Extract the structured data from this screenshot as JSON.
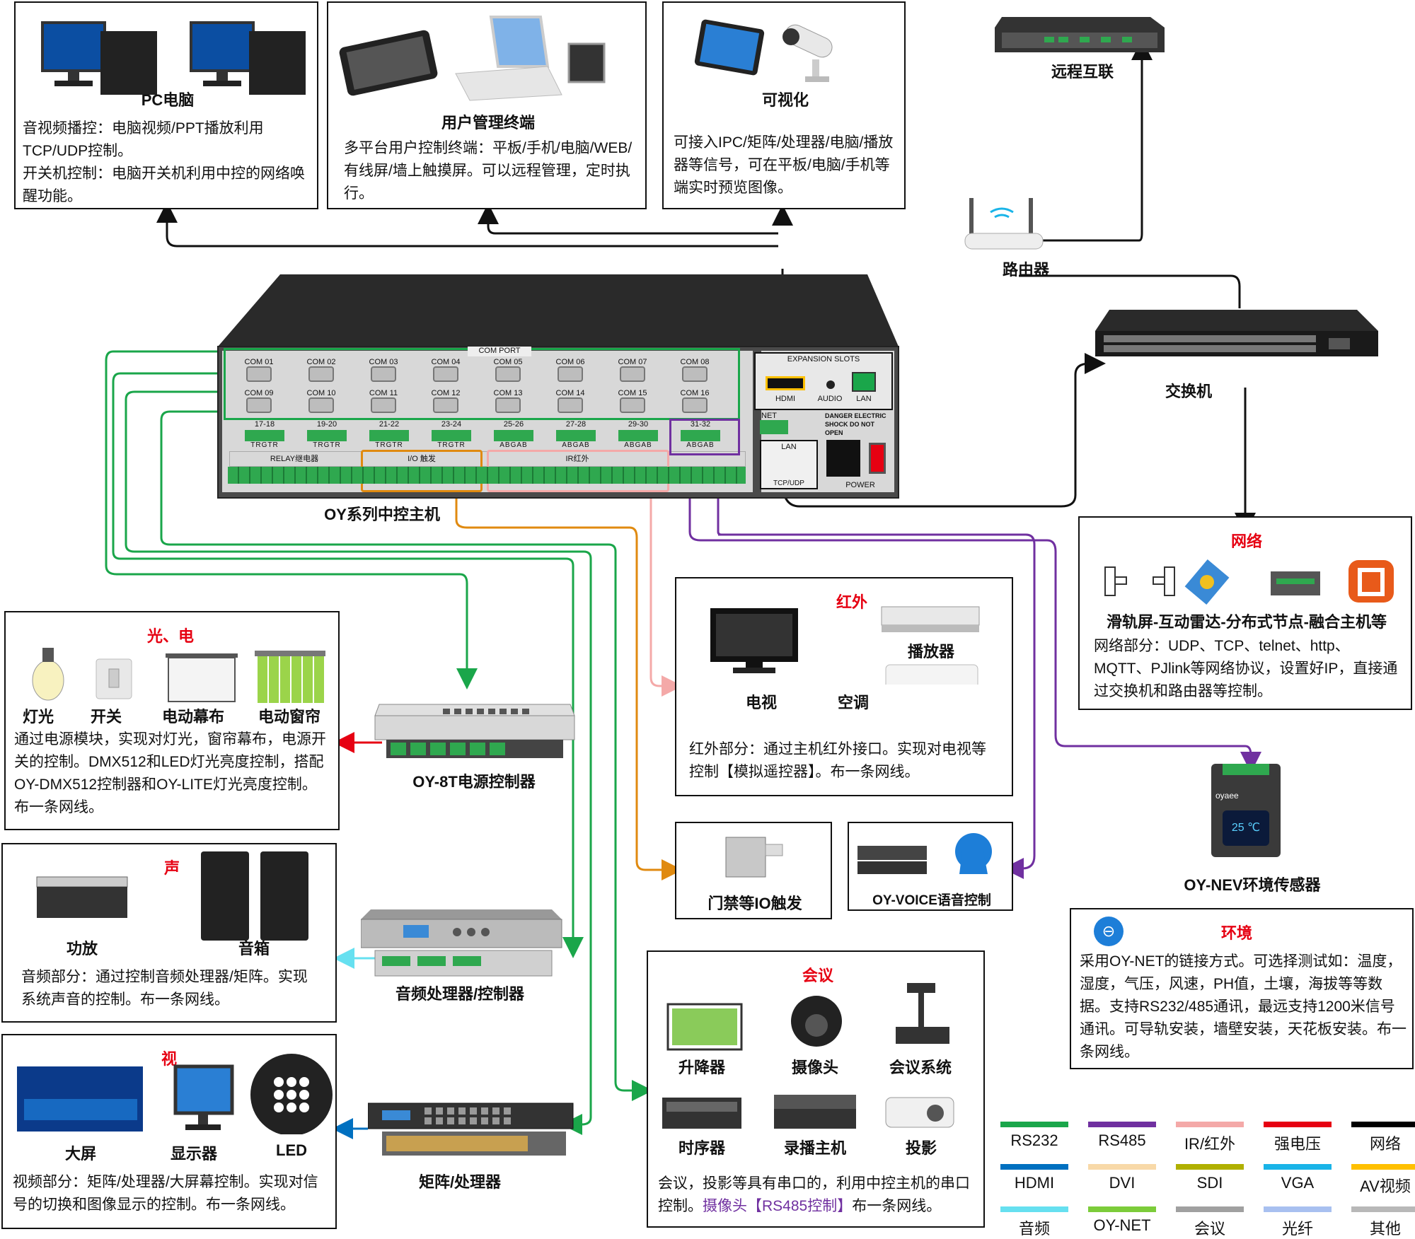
{
  "pc": {
    "title": "PC电脑",
    "desc1": "音视频播控：电脑视频/PPT播放利用TCP/UDP控制。",
    "desc2": "开关机控制：电脑开关机利用中控的网络唤醒功能。"
  },
  "terminal": {
    "title": "用户管理终端",
    "desc": "多平台用户控制终端：平板/手机/电脑/WEB/有线屏/墙上触摸屏。可以远程管理，定时执行。"
  },
  "visual": {
    "title": "可视化",
    "desc": "可接入IPC/矩阵/处理器/电脑/播放器等信号，可在平板/电脑/手机等端实时预览图像。"
  },
  "remote": {
    "title": "远程互联"
  },
  "router": {
    "title": "路由器"
  },
  "switch": {
    "title": "交换机"
  },
  "host": {
    "title": "OY系列中控主机",
    "com_port": "COM PORT",
    "com_labels": [
      "COM 01",
      "COM 02",
      "COM 03",
      "COM 04",
      "COM 05",
      "COM 06",
      "COM 07",
      "COM 08",
      "COM 09",
      "COM 10",
      "COM 11",
      "COM 12",
      "COM 13",
      "COM 14",
      "COM 15",
      "COM 16"
    ],
    "pin_groups": [
      "17-18",
      "19-20",
      "21-22",
      "23-24",
      "25-26",
      "27-28",
      "29-30",
      "31-32"
    ],
    "pin_sub": [
      "TRGTR",
      "TRGTR",
      "TRGTR",
      "TRGTR",
      "ABGAB",
      "ABGAB",
      "ABGAB",
      "ABGAB"
    ],
    "relay": "RELAY继电器",
    "io": "I/O 触发",
    "ir": "IR红外",
    "expansion": "EXPANSION SLOTS",
    "hdmi": "HDMI",
    "audio": "AUDIO",
    "lan": "LAN",
    "net": "NET",
    "danger": "DANGER ELECTRIC SHOCK DO NOT OPEN",
    "lan2": "LAN",
    "tcpudp": "TCP/UDP",
    "power": "POWER"
  },
  "network": {
    "tag": "网络",
    "devices": "滑轨屏-互动雷达-分布式节点-融合主机等",
    "desc": "网络部分：UDP、TCP、telnet、http、MQTT、PJlink等网络协议，设置好IP，直接通过交换机和路由器等控制。"
  },
  "light": {
    "tag": "光、电",
    "items": [
      "灯光",
      "开关",
      "电动幕布",
      "电动窗帘"
    ],
    "desc": "通过电源模块，实现对灯光，窗帘幕布，电源开关的控制。DMX512和LED灯光亮度控制，搭配OY-DMX512控制器和OY-LITE灯光亮度控制。    布一条网线。"
  },
  "power8t": {
    "title": "OY-8T电源控制器"
  },
  "sound": {
    "tag": "声",
    "items": [
      "功放",
      "音箱"
    ],
    "desc": "音频部分：通过控制音频处理器/矩阵。实现系统声音的控制。布一条网线。"
  },
  "audioproc": {
    "title": "音频处理器/控制器"
  },
  "video": {
    "tag": "视",
    "items": [
      "大屏",
      "显示器",
      "LED"
    ],
    "desc": "视频部分：矩阵/处理器/大屏幕控制。实现对信号的切换和图像显示的控制。布一条网线。"
  },
  "matrix": {
    "title": "矩阵/处理器"
  },
  "ir": {
    "tag": "红外",
    "items": [
      "电视",
      "播放器",
      "空调"
    ],
    "desc": "红外部分：通过主机红外接口。实现对电视等控制【模拟遥控器】。布一条网线。"
  },
  "door": {
    "title": "门禁等IO触发"
  },
  "voice": {
    "title": "OY-VOICE语音控制"
  },
  "meeting": {
    "tag": "会议",
    "items": [
      "升降器",
      "摄像头",
      "会议系统",
      "时序器",
      "录播主机",
      "投影"
    ],
    "desc1": "会议，投影等具有串口的，利用中控主机的串口控制。",
    "desc_hl": "摄像头【RS485控制】",
    "desc2": "布一条网线。"
  },
  "sensor": {
    "title": "OY-NEV环境传感器",
    "brand": "oyaee",
    "temp": "25 ℃"
  },
  "env": {
    "tag": "环境",
    "desc": "采用OY-NET的链接方式。可选择测试如：温度，湿度，气压，风速，PH值，土壤，海拔等等数据。支持RS232/485通讯，最远支持1200米信号通讯。可导轨安装，墙壁安装，天花板安装。布一条网线。"
  },
  "legend": [
    {
      "label": "RS232",
      "color": "#1aa64a"
    },
    {
      "label": "RS485",
      "color": "#7030a0"
    },
    {
      "label": "IR/红外",
      "color": "#f4a9a8"
    },
    {
      "label": "强电压",
      "color": "#e60012"
    },
    {
      "label": "网络",
      "color": "#000000"
    },
    {
      "label": "HDMI",
      "color": "#0070c0"
    },
    {
      "label": "DVI",
      "color": "#f8d9a8"
    },
    {
      "label": "SDI",
      "color": "#b0b000"
    },
    {
      "label": "VGA",
      "color": "#19b4e8"
    },
    {
      "label": "AV视频",
      "color": "#ffc000"
    },
    {
      "label": "音频",
      "color": "#66e0f0"
    },
    {
      "label": "OY-NET",
      "color": "#7ccc3a"
    },
    {
      "label": "会议",
      "color": "#a0a0a0"
    },
    {
      "label": "光纤",
      "color": "#a8c0f0"
    },
    {
      "label": "其他",
      "color": "#b8b8b8"
    }
  ]
}
